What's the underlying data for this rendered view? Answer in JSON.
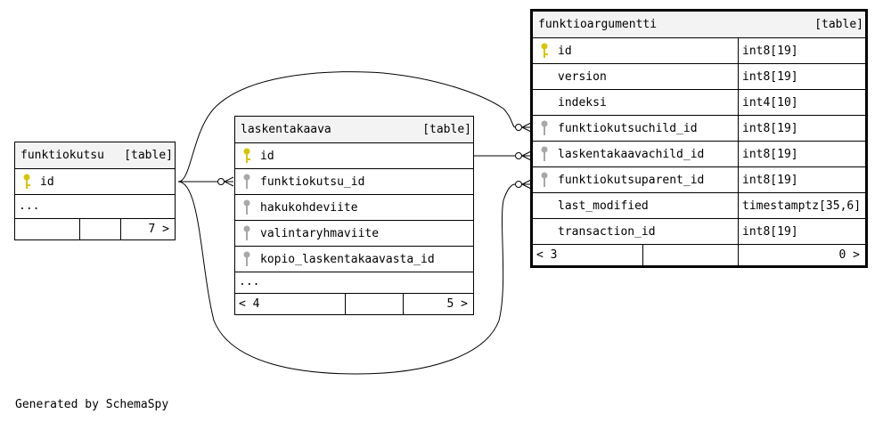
{
  "tables": {
    "funktiokutsu": {
      "name": "funktiokutsu",
      "kind": "[table]",
      "columns": [
        {
          "name": "id",
          "key": "primary"
        }
      ],
      "more": "...",
      "footer": {
        "left": "",
        "middle": "",
        "right": "7 >"
      }
    },
    "laskentakaava": {
      "name": "laskentakaava",
      "kind": "[table]",
      "columns": [
        {
          "name": "id",
          "key": "primary"
        },
        {
          "name": "funktiokutsu_id",
          "key": "foreign"
        },
        {
          "name": "hakukohdeviite",
          "key": "foreign"
        },
        {
          "name": "valintaryhmaviite",
          "key": "foreign"
        },
        {
          "name": "kopio_laskentakaavasta_id",
          "key": "foreign"
        }
      ],
      "more": "...",
      "footer": {
        "left": "< 4",
        "middle": "",
        "right": "5 >"
      }
    },
    "funktioargumentti": {
      "name": "funktioargumentti",
      "kind": "[table]",
      "columns": [
        {
          "name": "id",
          "type": "int8[19]",
          "key": "primary"
        },
        {
          "name": "version",
          "type": "int8[19]",
          "key": "none"
        },
        {
          "name": "indeksi",
          "type": "int4[10]",
          "key": "none"
        },
        {
          "name": "funktiokutsuchild_id",
          "type": "int8[19]",
          "key": "foreign"
        },
        {
          "name": "laskentakaavachild_id",
          "type": "int8[19]",
          "key": "foreign"
        },
        {
          "name": "funktiokutsuparent_id",
          "type": "int8[19]",
          "key": "foreign"
        },
        {
          "name": "last_modified",
          "type": "timestamptz[35,6]",
          "key": "none"
        },
        {
          "name": "transaction_id",
          "type": "int8[19]",
          "key": "none"
        }
      ],
      "footer": {
        "left": "< 3",
        "middle": "",
        "right": "0 >"
      }
    }
  },
  "colors": {
    "primary_key": "#d7c400",
    "foreign_key": "#a8a8a8",
    "header_bg": "#f3f3f3",
    "line": "#000000"
  },
  "footer_text": "Generated by SchemaSpy"
}
